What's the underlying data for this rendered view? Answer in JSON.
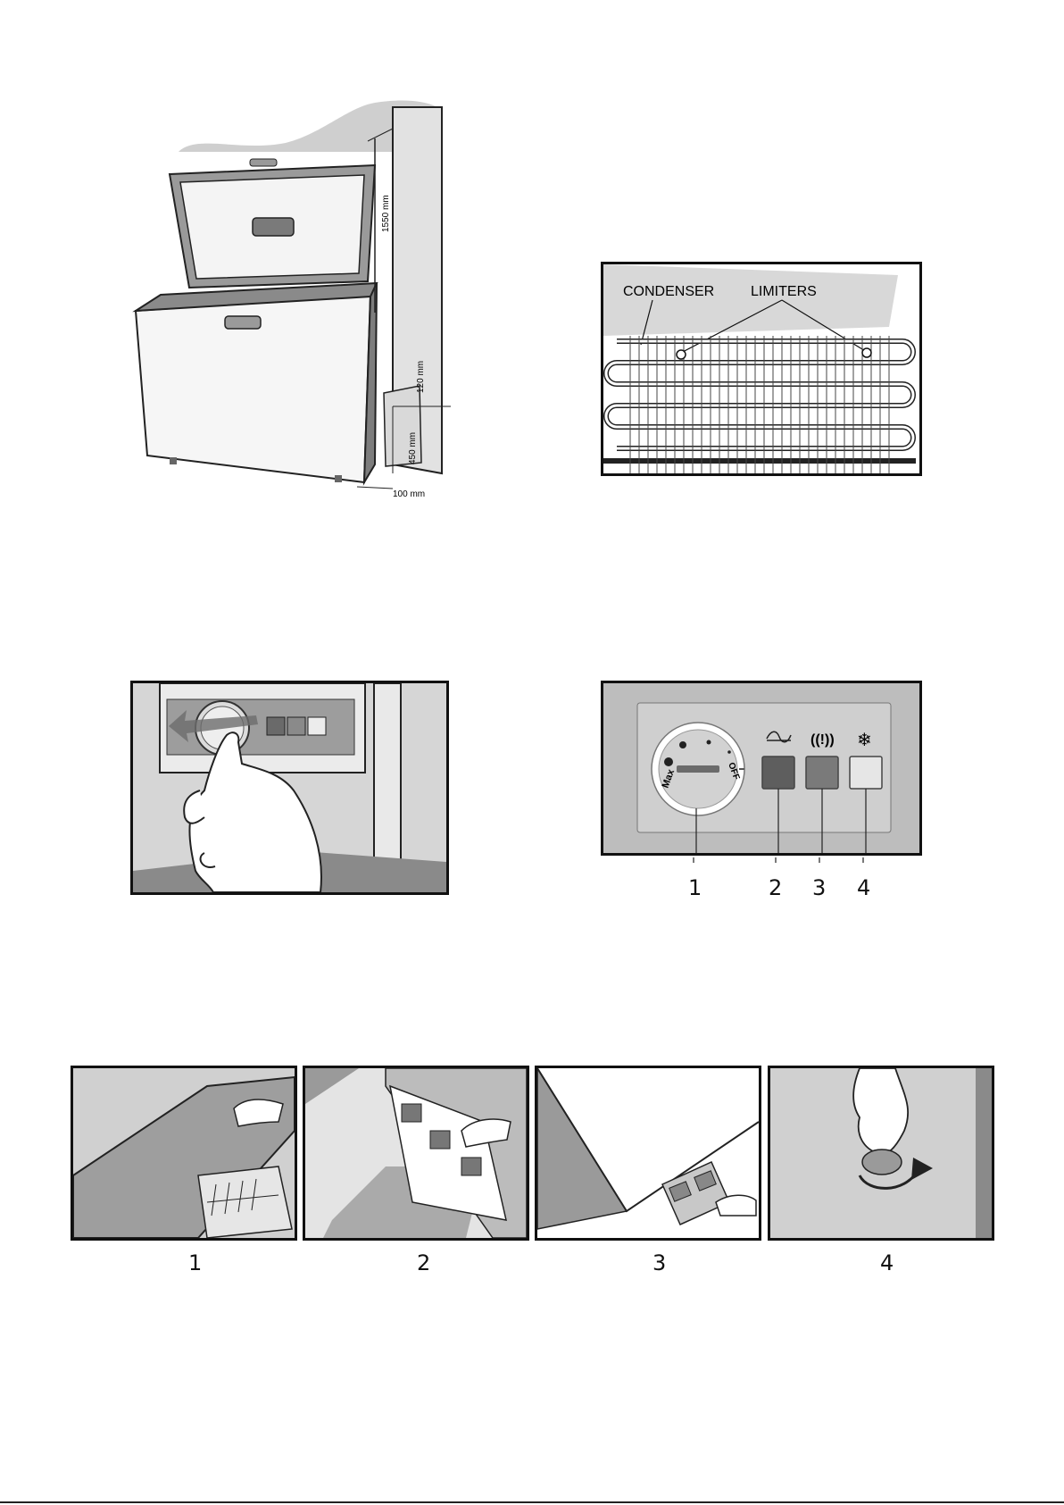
{
  "fig1": {
    "dim_height": "1550 mm",
    "dim_top": "120 mm",
    "dim_side": "450 mm",
    "dim_gap": "100 mm"
  },
  "fig2": {
    "condenser_label": "CONDENSER",
    "limiters_label": "LIMITERS"
  },
  "fig4": {
    "dial_max": "Max",
    "dial_off": "OFF",
    "callouts": [
      "1",
      "2",
      "3",
      "4"
    ],
    "colors": {
      "indicator_2": "#5e5e5e",
      "indicator_3": "#7a7a7a",
      "indicator_4": "#e6e6e6"
    }
  },
  "steps": {
    "labels": [
      "1",
      "2",
      "3",
      "4"
    ]
  }
}
